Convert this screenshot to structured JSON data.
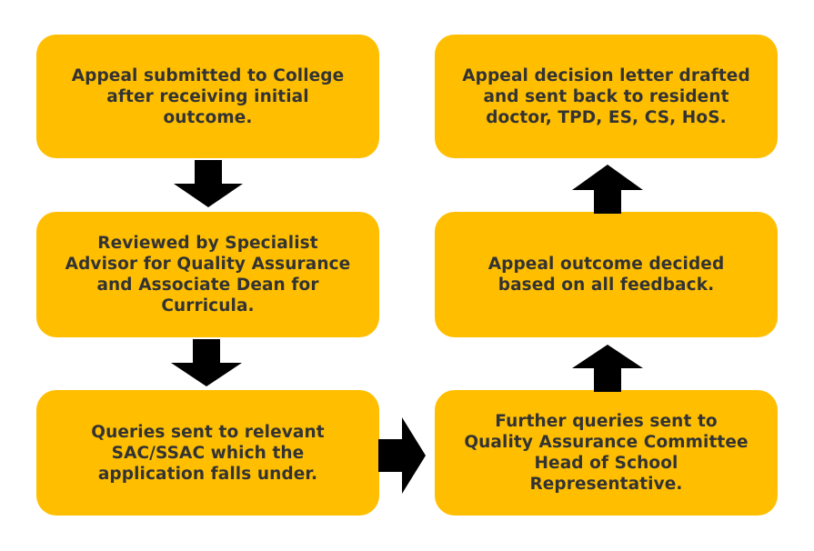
{
  "flowchart": {
    "steps": [
      "Appeal submitted to College\nafter receiving initial\noutcome.",
      "Reviewed by Specialist\nAdvisor for Quality Assurance\nand Associate Dean for\nCurricula.",
      "Queries sent to relevant\nSAC/SSAC which the\napplication falls under.",
      "Further queries sent to\nQuality Assurance Committee\nHead of School\nRepresentative.",
      "Appeal outcome decided\nbased on all feedback.",
      "Appeal decision letter drafted\nand sent back to resident\ndoctor, TPD, ES, CS, HoS."
    ]
  },
  "colors": {
    "box_fill": "#FFBF00",
    "box_text": "#333333",
    "arrow": "#000000"
  },
  "icons": {
    "down_arrow": "arrow-down-icon",
    "right_arrow": "arrow-right-icon",
    "up_arrow": "arrow-up-icon"
  }
}
